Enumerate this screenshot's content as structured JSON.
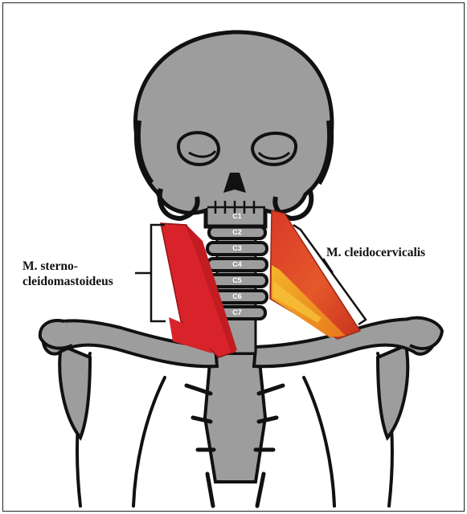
{
  "labels": {
    "sternocleidomastoideus_line1": "M. sterno-",
    "sternocleidomastoideus_line2": "cleidomastoideus",
    "cleidocervicalis": "M. cleidocervicalis"
  },
  "vertebrae": [
    "C1",
    "C2",
    "C3",
    "C4",
    "C5",
    "C6",
    "C7"
  ],
  "colors": {
    "bone": "#9d9d9d",
    "outline": "#111111",
    "sternocleidomastoid": "#d9232a",
    "cleidocervicalis": "#e0512a",
    "cleidocervicalis_highlight": "#f0a020"
  }
}
